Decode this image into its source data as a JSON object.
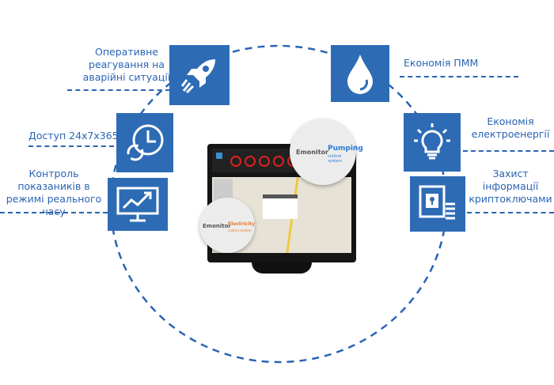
{
  "features_left": [
    {
      "label": "Оперативне реагування на аварійні ситуації",
      "icon": "rocket-icon"
    },
    {
      "label": "Доступ 24x7x365",
      "icon": "clock-refresh-icon"
    },
    {
      "label": "Контроль показаників в режимі реального часу",
      "icon": "monitor-chart-icon"
    }
  ],
  "features_right": [
    {
      "label": "Економія ПММ",
      "icon": "water-drop-icon"
    },
    {
      "label": "Економія електроенергії",
      "icon": "light-bulb-icon"
    },
    {
      "label": "Захист інформації криптоключами",
      "icon": "lock-document-icon"
    }
  ],
  "badges": {
    "pumping": {
      "brand": "Emonitor",
      "product": "Pumping",
      "sub": "control system"
    },
    "electricity": {
      "brand": "Emonitor",
      "product": "Electricity",
      "sub": "control system"
    }
  },
  "colors": {
    "accent": "#2d6bb5",
    "text": "#2a64b4",
    "orange": "#e8762b"
  }
}
